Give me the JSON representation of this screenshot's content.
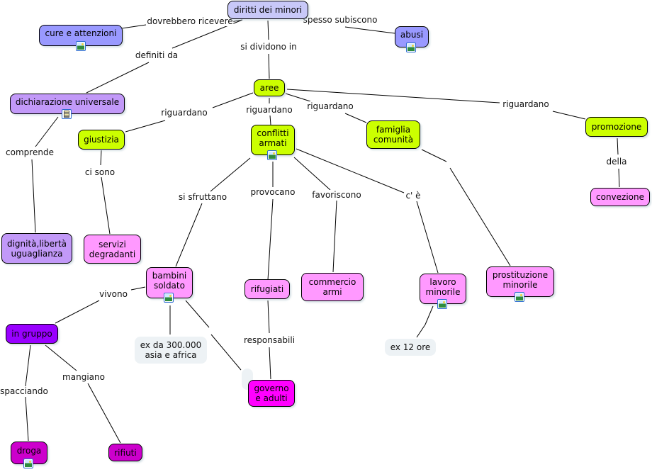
{
  "title": "diritti dei minori",
  "colors": {
    "root": "#c8c8f8",
    "blue": "#9999ff",
    "lavender": "#c299f8",
    "lime": "#ccff00",
    "pink": "#ff99ff",
    "violet": "#9900ff",
    "magenta": "#ff00ff",
    "purple": "#cc00cc",
    "note": "#edf2f5"
  },
  "nodes": {
    "root": "diritti dei minori",
    "cure": "cure e attenzioni",
    "abusi": "abusi",
    "dichiarazione": "dichiarazione universale",
    "aree": "aree",
    "giustizia": "giustizia",
    "conflitti": "conflitti\narmati",
    "famiglia": "famiglia\ncomunità",
    "promozione": "promozione",
    "convezione": "convezione",
    "dignita": "dignità,libertà\nuguaglianza",
    "servizi": "servizi\ndegradanti",
    "bambini": "bambini\nsoldato",
    "rifugiati": "rifugiati",
    "commercio": "commercio\narmi",
    "lavoro": "lavoro\nminorile",
    "prostituzione": "prostituzione\nminorile",
    "ingruppo": "in gruppo",
    "ex300": "ex da 300.000\nasia e africa",
    "governo": "governo\ne adulti",
    "ex12": "ex 12 ore",
    "droga": "droga",
    "rifiuti": "rifiuti"
  },
  "links": {
    "dovrebbero": "dovrebbero ricevere",
    "spesso": "spesso subiscono",
    "definiti": "definiti da",
    "dividono": "si dividono in",
    "riguardano1": "riguardano",
    "riguardano2": "riguardano",
    "riguardano3": "riguardano",
    "riguardano4": "riguardano",
    "comprende": "comprende",
    "cisono": "ci sono",
    "sfruttano": "si sfruttano",
    "provocano": "provocano",
    "favoriscono": "favoriscono",
    "ce": "c' è",
    "della": "della",
    "vivono": "vivono",
    "responsabili": "responsabili",
    "spacciando": "spacciando",
    "mangiano": "mangiano"
  },
  "icons": {
    "image": "image-resource-icon",
    "document": "document-resource-icon"
  }
}
